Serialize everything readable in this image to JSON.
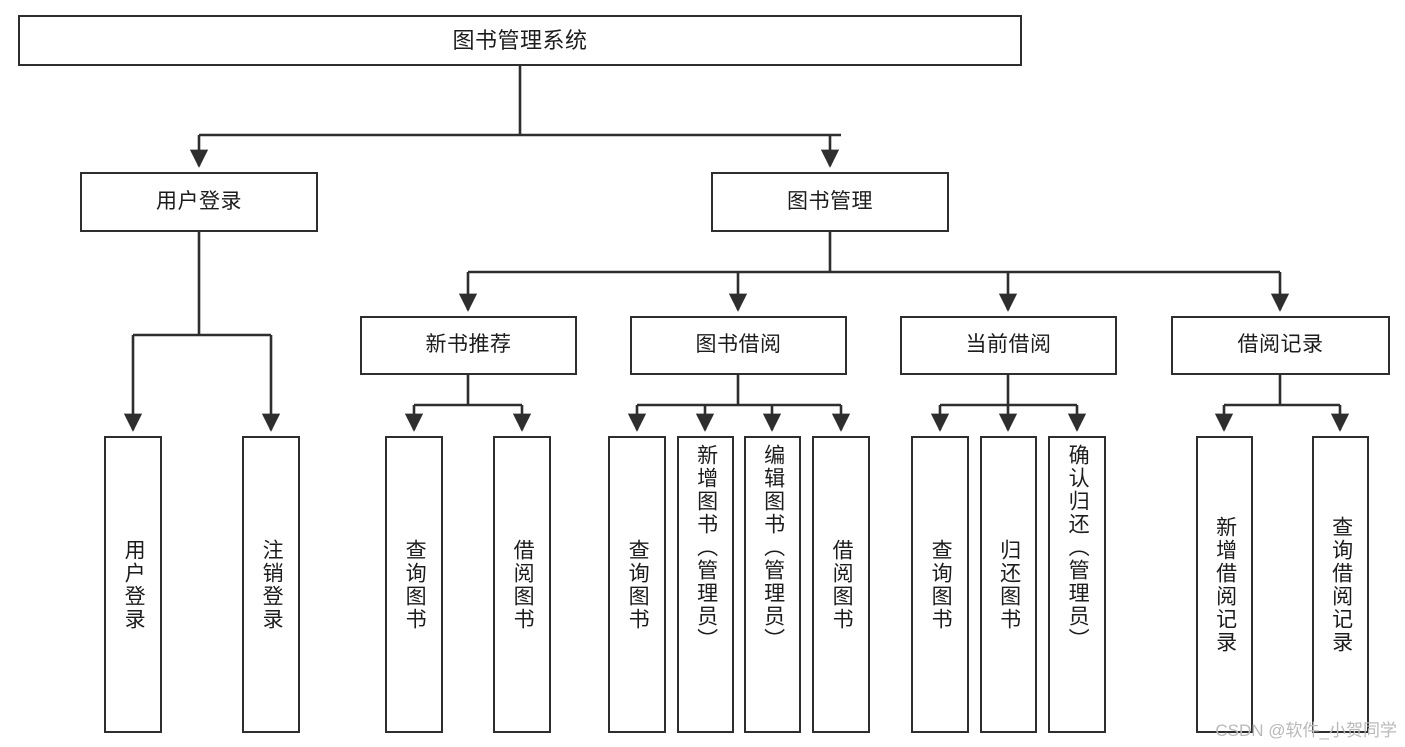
{
  "diagram": {
    "title": "图书管理系统",
    "watermark": "CSDN @软件_小贺同学",
    "style": {
      "box_border_color": "#2e2e2e",
      "box_fill_color": "#ffffff",
      "edge_color": "#2e2e2e",
      "text_color": "#1c1c1c",
      "background_color": "#ffffff",
      "watermark_color": "#b9b9b9"
    },
    "levels": {
      "root": "图书管理系统",
      "level2": [
        "用户登录",
        "图书管理"
      ],
      "level3": [
        "新书推荐",
        "图书借阅",
        "当前借阅",
        "借阅记录"
      ]
    },
    "nodes": {
      "root": {
        "label": "图书管理系统"
      },
      "user_login": {
        "label": "用户登录"
      },
      "book_management": {
        "label": "图书管理"
      },
      "new_book_recommend": {
        "label": "新书推荐"
      },
      "book_borrow": {
        "label": "图书借阅"
      },
      "current_borrow": {
        "label": "当前借阅"
      },
      "borrow_record": {
        "label": "借阅记录"
      },
      "leaf_user_login": {
        "label": "用户登录"
      },
      "leaf_user_logout": {
        "label": "注销登录"
      },
      "leaf_query_book_1": {
        "label": "查询图书"
      },
      "leaf_borrow_book_1": {
        "label": "借阅图书"
      },
      "leaf_query_book_2": {
        "label": "查询图书"
      },
      "leaf_add_book": {
        "label": "新增图书（管理员）"
      },
      "leaf_edit_book": {
        "label": "编辑图书（管理员）"
      },
      "leaf_borrow_book_2": {
        "label": "借阅图书"
      },
      "leaf_query_book_3": {
        "label": "查询图书"
      },
      "leaf_return_book": {
        "label": "归还图书"
      },
      "leaf_confirm_return": {
        "label": "确认归还（管理员）"
      },
      "leaf_add_record": {
        "label": "新增借阅记录"
      },
      "leaf_query_record": {
        "label": "查询借阅记录"
      }
    }
  },
  "chart_data": {
    "type": "diagram",
    "subtype": "tree",
    "title": "图书管理系统",
    "orientation": "top-down",
    "tree": {
      "label": "图书管理系统",
      "children": [
        {
          "label": "用户登录",
          "children": [
            {
              "label": "用户登录",
              "children": []
            },
            {
              "label": "注销登录",
              "children": []
            }
          ]
        },
        {
          "label": "图书管理",
          "children": [
            {
              "label": "新书推荐",
              "children": [
                {
                  "label": "查询图书",
                  "children": []
                },
                {
                  "label": "借阅图书",
                  "children": []
                }
              ]
            },
            {
              "label": "图书借阅",
              "children": [
                {
                  "label": "查询图书",
                  "children": []
                },
                {
                  "label": "新增图书（管理员）",
                  "children": []
                },
                {
                  "label": "编辑图书（管理员）",
                  "children": []
                },
                {
                  "label": "借阅图书",
                  "children": []
                }
              ]
            },
            {
              "label": "当前借阅",
              "children": [
                {
                  "label": "查询图书",
                  "children": []
                },
                {
                  "label": "归还图书",
                  "children": []
                },
                {
                  "label": "确认归还（管理员）",
                  "children": []
                }
              ]
            },
            {
              "label": "借阅记录",
              "children": [
                {
                  "label": "新增借阅记录",
                  "children": []
                },
                {
                  "label": "查询借阅记录",
                  "children": []
                }
              ]
            }
          ]
        }
      ]
    }
  }
}
